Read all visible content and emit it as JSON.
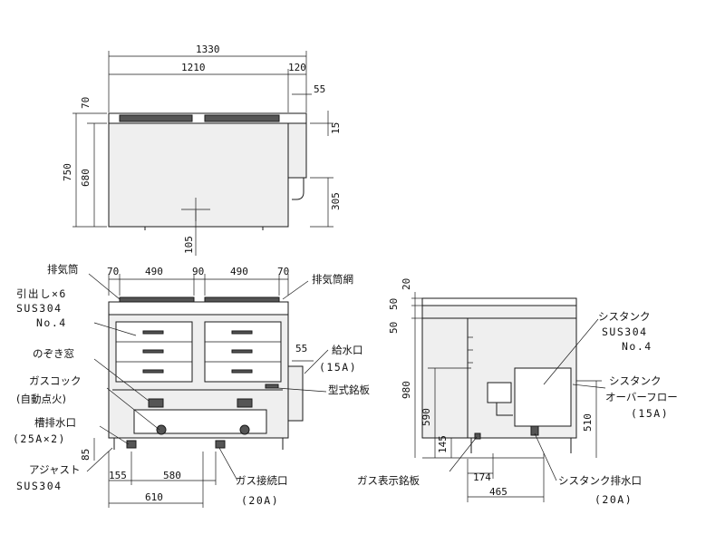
{
  "top_view": {
    "dims": {
      "overall_width": "1330",
      "inner_width": "1210",
      "side_width": "120",
      "pipe_offset": "55",
      "top_height": "70",
      "total_height": "750",
      "body_height": "680",
      "pipe_height": "15",
      "drain_height": "305",
      "center_offset": "105"
    }
  },
  "front_view": {
    "dims": {
      "left_margin": "70",
      "rack_left": "490",
      "gap_center": "90",
      "rack_right": "490",
      "right_margin": "70",
      "supply_offset": "55",
      "foot_height": "85",
      "left_offset": "155",
      "center_span": "580",
      "base_span": "610"
    },
    "labels": {
      "exhaust_tube": "排気筒",
      "exhaust_mesh": "排気筒網",
      "drawer_line1": "引出し×6",
      "drawer_line2": "SUS304",
      "drawer_line3": "No.4",
      "peek_window": "のぞき窓",
      "supply_port": "給水口",
      "supply_size": "(15A)",
      "model_plate": "型式銘板",
      "gas_cock": "ガスコック",
      "auto_ignite": "(自動点火)",
      "tank_drain": "槽排水口",
      "tank_drain_size": "(25A×2)",
      "adjust_line1": "アジャスト",
      "adjust_line2": "SUS304",
      "gas_conn": "ガス接続口",
      "gas_conn_size": "(20A)"
    }
  },
  "side_view": {
    "dims": {
      "top_20": "20",
      "top_50a": "50",
      "top_50b": "50",
      "total_height": "980",
      "tank_height": "590",
      "overflow_height": "510",
      "foot_height": "145",
      "offset_174": "174",
      "depth": "465"
    },
    "labels": {
      "systank_line1": "シスタンク",
      "systank_line2": "SUS304",
      "systank_line3": "No.4",
      "overflow_line1": "シスタンク",
      "overflow_line2": "オーバーフロー",
      "overflow_size": "(15A)",
      "gas_plate": "ガス表示銘板",
      "systank_drain": "シスタンク排水口",
      "systank_drain_size": "(20A)"
    }
  }
}
